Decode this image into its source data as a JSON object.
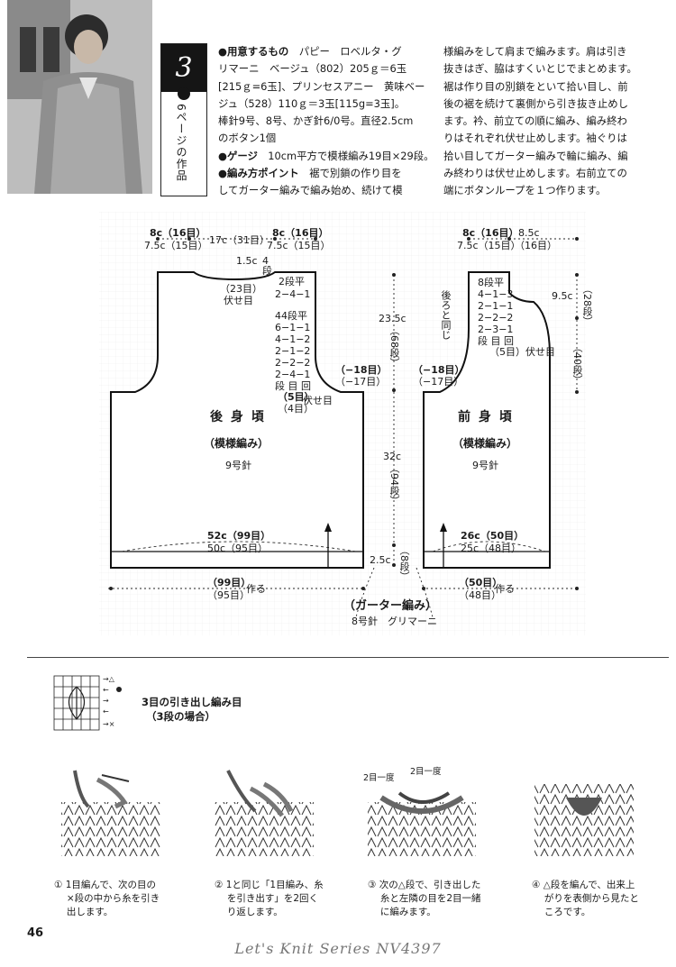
{
  "badge": {
    "number": "3",
    "ref": "6ページの作品"
  },
  "header": {
    "col1": [
      {
        "k": "●用意するもの",
        "v": "　パピー　ロベルタ・グ"
      },
      {
        "k": "",
        "v": "リマーニ　ベージュ（802）205ｇ＝6玉"
      },
      {
        "k": "",
        "v": "[215ｇ=6玉]、プリンセスアニー　黄味ベー"
      },
      {
        "k": "",
        "v": "ジュ（528）110ｇ＝3玉[115g=3玉]。"
      },
      {
        "k": "",
        "v": "棒針9号、8号、かぎ針6/0号。直径2.5cm"
      },
      {
        "k": "",
        "v": "のボタン1個"
      },
      {
        "k": "●ゲージ",
        "v": "　10cm平方で模様編み19目×29段。"
      },
      {
        "k": "●編み方ポイント",
        "v": "　裾で別鎖の作り目を"
      },
      {
        "k": "",
        "v": "してガーター編みで編み始め、続けて模"
      }
    ],
    "col2": [
      "様編みをして肩まで編みます。肩は引き",
      "抜きはぎ、脇はすくいとじでまとめます。",
      "裾は作り目の別鎖をといて拾い目し、前",
      "後の裾を続けて裏側から引き抜き止めし",
      "ます。衿、前立ての順に編み、編み終わ",
      "りはそれぞれ伏せ止めします。袖ぐりは",
      "拾い目してガーター編みで輪に編み、編",
      "み終わりは伏せ止めします。右前立ての",
      "端にボタンループを１つ作ります。"
    ]
  },
  "back": {
    "top_left_a": "8c（16目）",
    "top_left_b": "7.5c（15目）",
    "top_mid": "17c（31目）",
    "top_right_a": "8c（16目）",
    "top_right_b": "7.5c（15目）",
    "neck_a": "1.5c",
    "neck_b": "4",
    "neck_c": "段",
    "neck_sp1": "2段平",
    "neck_sp2": "2−4−1",
    "neck_bo1": "（23目）",
    "neck_bo2": "伏せ目",
    "arm": [
      "44段平",
      "6−1−1",
      "4−1−2",
      "2−1−2",
      "2−2−2",
      "2−4−1",
      "段 目 回"
    ],
    "arm_bo1": "（5目）",
    "arm_bo2": "伏せ目",
    "arm_bo3": "（4目）",
    "side_a": "（−18目）",
    "side_b": "（−17目）",
    "title": "後 身 頃",
    "pattern": "（模様編み）",
    "needle": "9号針",
    "width_a": "52c（99目）",
    "width_b": "50c（95目）",
    "cast_a": "（99目）",
    "cast_b": "（95目）",
    "cast_c": "作る"
  },
  "mid": {
    "h1_a": "23.5c",
    "h1_b": "（68段）",
    "h2_a": "32c",
    "h2_b": "（94段）",
    "h3_a": "2.5c",
    "h3_b": "（8段）"
  },
  "front": {
    "top_a": "8c（16目）",
    "top_b": "7.5c（15目）",
    "top_c": "8.5c",
    "top_d": "（16目）",
    "neck": [
      "8段平",
      "4−1−3",
      "2−1−1",
      "2−2−2",
      "2−3−1",
      "段 目 回"
    ],
    "neck_bo": "（5目）伏せ目",
    "same": "後ろと同じ",
    "side_a": "（−18目）",
    "side_b": "（−17目）",
    "r1_a": "9.5c",
    "r1_b": "（28段）",
    "r2": "（40段）",
    "title": "前 身 頃",
    "pattern": "（模様編み）",
    "needle": "9号針",
    "width_a": "26c（50目）",
    "width_b": "25c（48目）",
    "cast_a": "（50目）",
    "cast_b": "（48目）",
    "cast_c": "作る"
  },
  "garter": {
    "title": "（ガーター編み）",
    "needle": "8号針　グリマーニ"
  },
  "stitch": {
    "title": "3目の引き出し編み目",
    "sub": "（3段の場合）"
  },
  "steps": [
    {
      "n": "①",
      "text": [
        "1目編んで、次の目の",
        "×段の中から糸を引き",
        "出します。"
      ]
    },
    {
      "n": "②",
      "text": [
        "1と同じ「1目編み、糸",
        "を引き出す」を2回く",
        "り返します。"
      ]
    },
    {
      "n": "③",
      "text": [
        "次の△段で、引き出した",
        "糸と左隣の目を2目一緒",
        "に編みます。"
      ]
    },
    {
      "n": "④",
      "text": [
        "△段を編んで、出来上",
        "がりを表側から見たと",
        "ころです。"
      ]
    }
  ],
  "step3_labels": {
    "a": "2目一度",
    "b": "2目一度"
  },
  "page_number": "46",
  "footer": "Let's Knit Series NV4397"
}
